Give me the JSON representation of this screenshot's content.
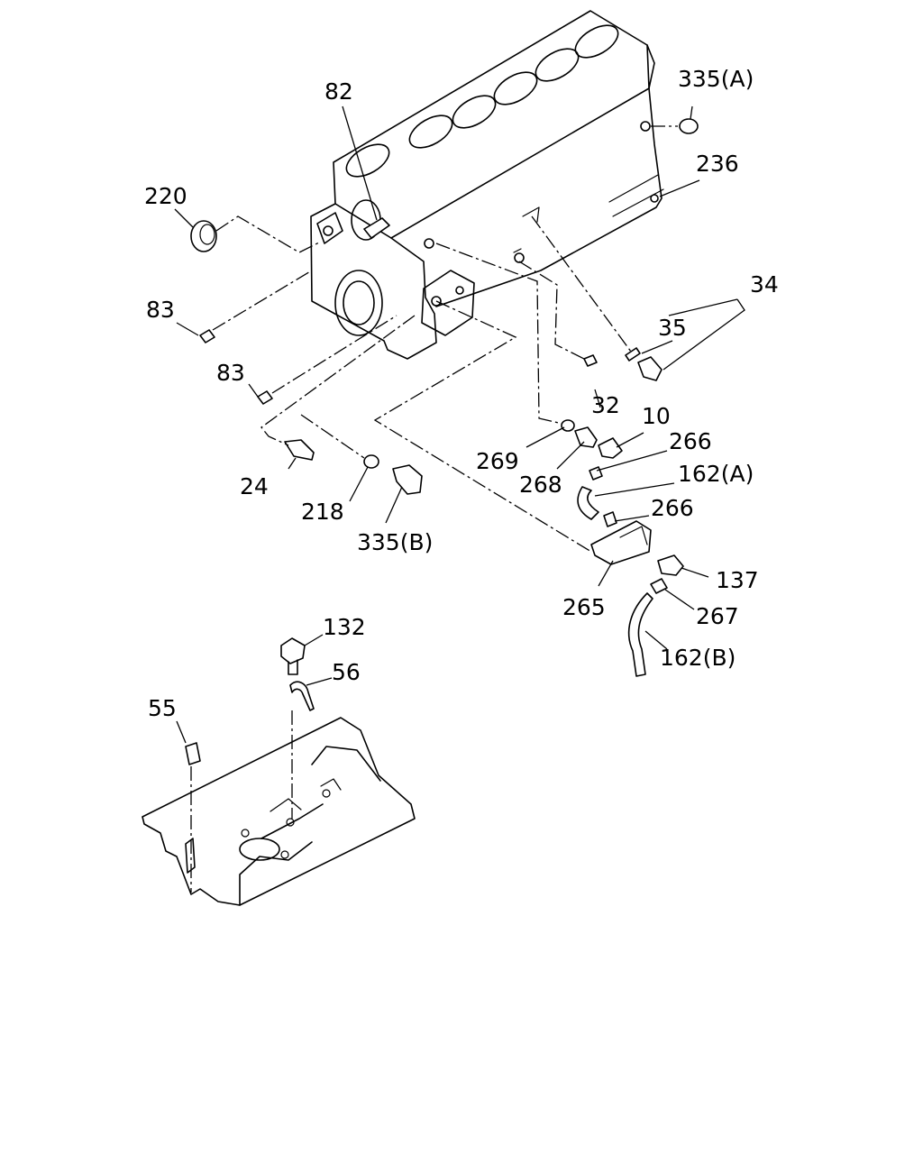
{
  "callouts": {
    "c82": "82",
    "c220": "220",
    "c83a": "83",
    "c83b": "83",
    "c335a": "335(A)",
    "c236": "236",
    "c34": "34",
    "c35": "35",
    "c32": "32",
    "c10": "10",
    "c266a": "266",
    "c269": "269",
    "c268": "268",
    "c162a": "162(A)",
    "c266b": "266",
    "c24": "24",
    "c218": "218",
    "c335b": "335(B)",
    "c137": "137",
    "c265": "265",
    "c267": "267",
    "c162b": "162(B)",
    "c132": "132",
    "c56": "56",
    "c55": "55"
  }
}
